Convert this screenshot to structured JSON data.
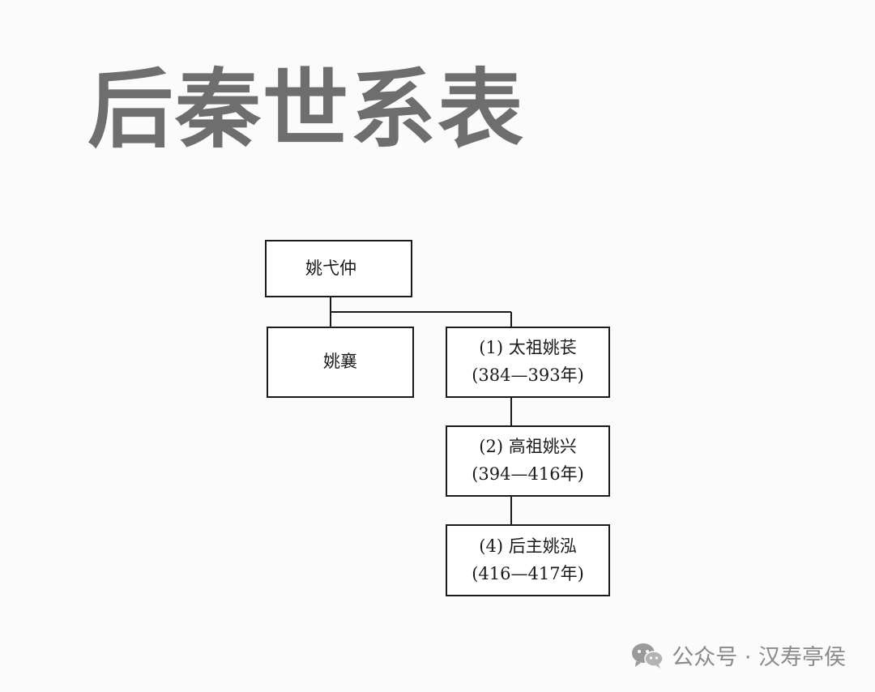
{
  "title": "后秦世系表",
  "tree": {
    "root": {
      "lines": [
        "姚弋仲"
      ]
    },
    "children_of_root": [
      {
        "lines": [
          "姚襄"
        ]
      },
      {
        "lines": [
          "(1) 太祖姚苌",
          "(384—393年)"
        ]
      }
    ],
    "descendants": [
      {
        "lines": [
          "(2) 高祖姚兴",
          "(394—416年)"
        ]
      },
      {
        "lines": [
          "(4) 后主姚泓",
          "(416—417年)"
        ]
      }
    ]
  },
  "watermark": {
    "icon": "wechat-icon",
    "text": "公众号 · 汉寿亭侯"
  }
}
